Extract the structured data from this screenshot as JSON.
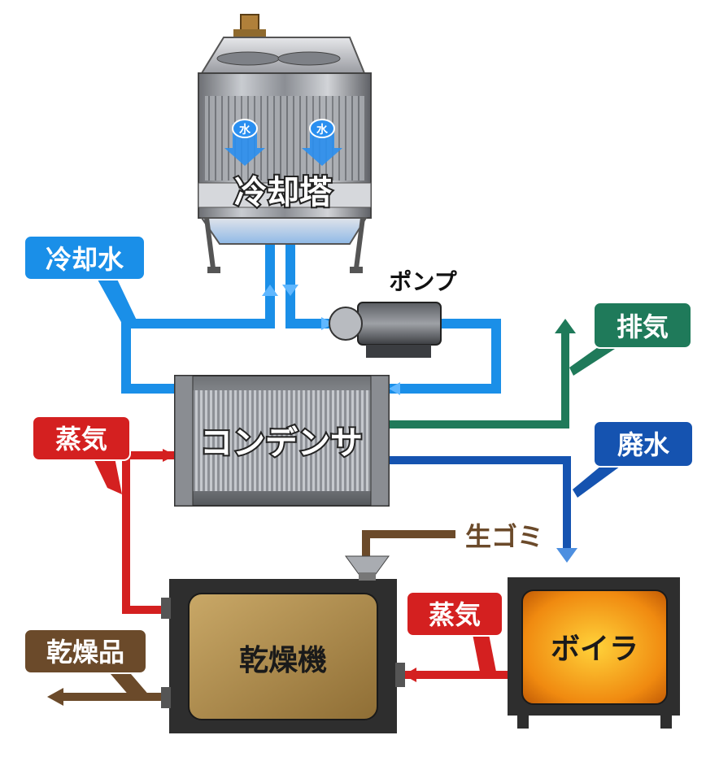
{
  "labels": {
    "cooling_tower": "冷却塔",
    "water_left": "水",
    "water_right": "水",
    "cooling_water": "冷却水",
    "pump": "ポンプ",
    "exhaust": "排気",
    "condenser": "コンデンサ",
    "steam_left": "蒸気",
    "waste_water": "廃水",
    "food_waste": "生ゴミ",
    "dryer": "乾燥機",
    "steam_right": "蒸気",
    "boiler": "ボイラ",
    "dried_product": "乾燥品"
  },
  "colors": {
    "cooling_water": "#1a8fe8",
    "steam": "#d42020",
    "exhaust": "#1f7a5a",
    "waste_water": "#1553b0",
    "food_waste": "#6b4a2a",
    "dryer_core": "#b08d4e",
    "boiler_core": "#f0a020",
    "machine_frame": "#2e2e2e"
  }
}
